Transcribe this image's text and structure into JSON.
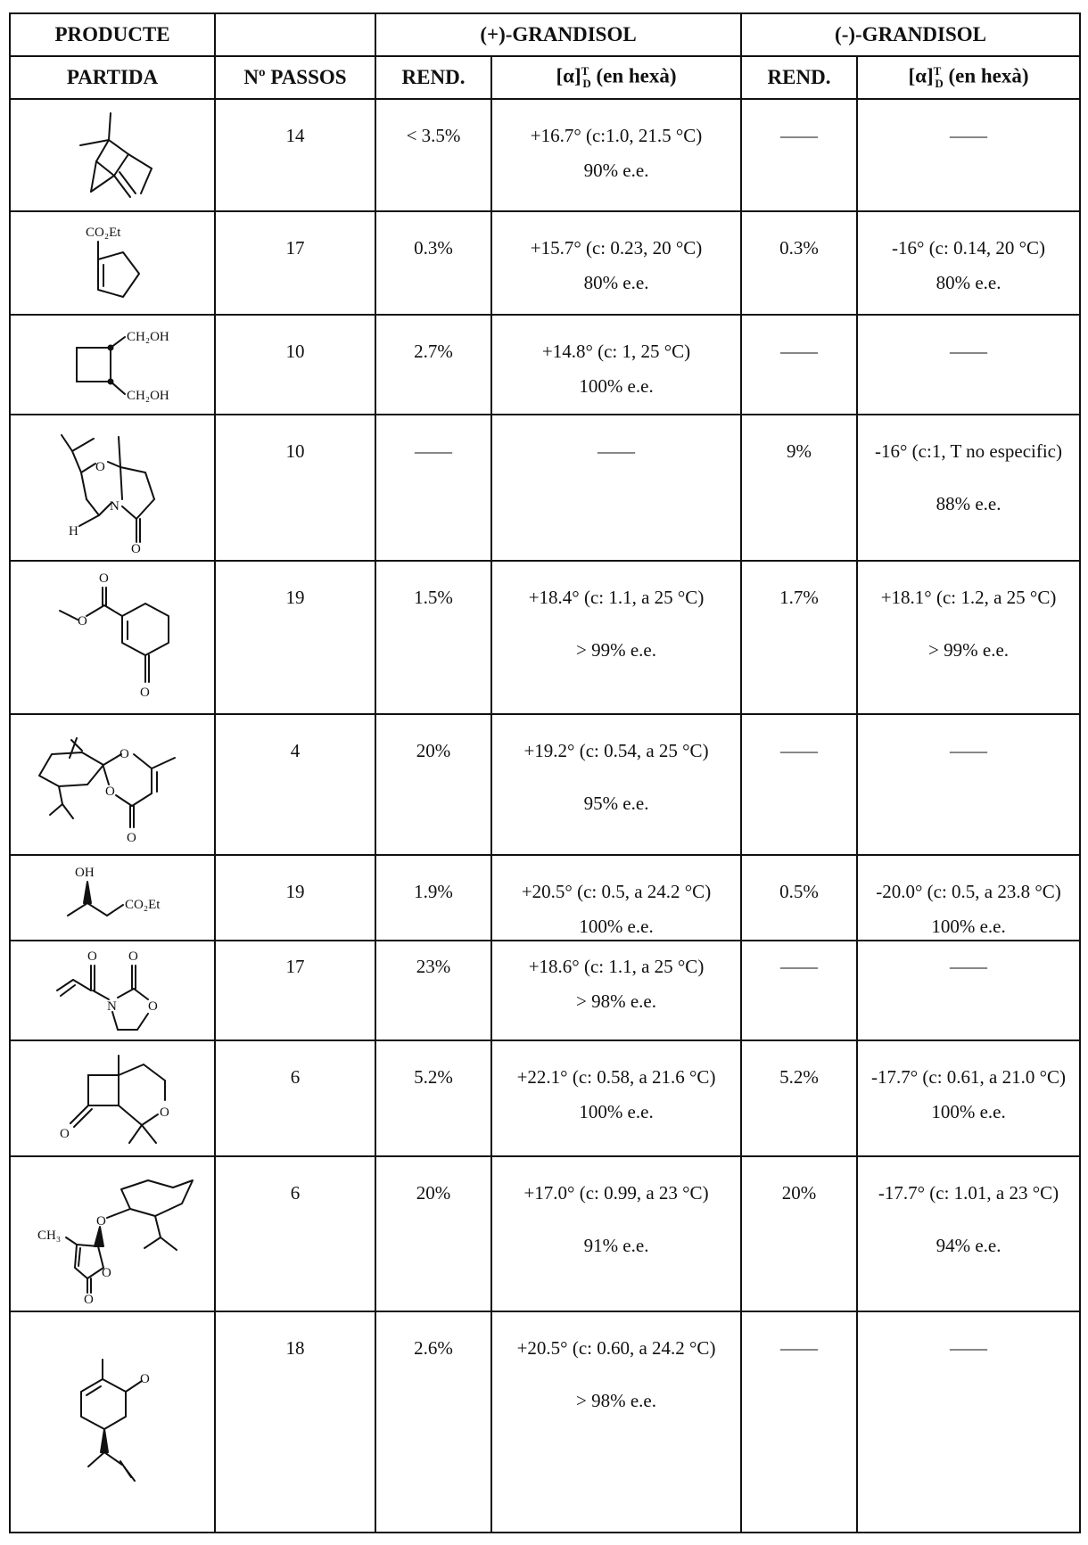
{
  "headers": {
    "producte": "PRODUCTE",
    "partida": "PARTIDA",
    "plus_grandisol": "(+)-GRANDISOL",
    "minus_grandisol": "(-)-GRANDISOL",
    "num_passos": "Nº PASSOS",
    "rend": "REND.",
    "alpha": "[α]",
    "alpha_sup": "T",
    "alpha_sub": "D",
    "alpha_suffix": "(en hexà)"
  },
  "dash": "——",
  "rows": [
    {
      "steps": "14",
      "plus_rend": "< 3.5%",
      "plus_rot": "+16.7° (c:1.0, 21.5 °C)",
      "plus_ee": "90% e.e.",
      "minus_rend": "——",
      "minus_rot": "——",
      "minus_ee": ""
    },
    {
      "steps": "17",
      "plus_rend": "0.3%",
      "plus_rot": "+15.7° (c: 0.23, 20 °C)",
      "plus_ee": "80% e.e.",
      "minus_rend": "0.3%",
      "minus_rot": "-16° (c: 0.14, 20 °C)",
      "minus_ee": "80% e.e."
    },
    {
      "steps": "10",
      "plus_rend": "2.7%",
      "plus_rot": "+14.8° (c: 1, 25 °C)",
      "plus_ee": "100% e.e.",
      "minus_rend": "——",
      "minus_rot": "——",
      "minus_ee": ""
    },
    {
      "steps": "10",
      "plus_rend": "——",
      "plus_rot": "——",
      "plus_ee": "",
      "minus_rend": "9%",
      "minus_rot": "-16° (c:1, T no especific)",
      "minus_ee": "88% e.e."
    },
    {
      "steps": "19",
      "plus_rend": "1.5%",
      "plus_rot": "+18.4° (c: 1.1, a 25 °C)",
      "plus_ee": "> 99% e.e.",
      "minus_rend": "1.7%",
      "minus_rot": "+18.1° (c: 1.2, a 25 °C)",
      "minus_ee": "> 99% e.e."
    },
    {
      "steps": "4",
      "plus_rend": "20%",
      "plus_rot": "+19.2° (c: 0.54, a 25 °C)",
      "plus_ee": "95% e.e.",
      "minus_rend": "——",
      "minus_rot": "——",
      "minus_ee": ""
    },
    {
      "steps": "19",
      "plus_rend": "1.9%",
      "plus_rot": "+20.5° (c: 0.5, a 24.2 °C)",
      "plus_ee": "100% e.e.",
      "minus_rend": "0.5%",
      "minus_rot": "-20.0° (c: 0.5, a 23.8 °C)",
      "minus_ee": "100% e.e."
    },
    {
      "steps": "17",
      "plus_rend": "23%",
      "plus_rot": "+18.6° (c: 1.1, a 25 °C)",
      "plus_ee": "> 98% e.e.",
      "minus_rend": "——",
      "minus_rot": "——",
      "minus_ee": ""
    },
    {
      "steps": "6",
      "plus_rend": "5.2%",
      "plus_rot": "+22.1° (c: 0.58, a 21.6 °C)",
      "plus_ee": "100% e.e.",
      "minus_rend": "5.2%",
      "minus_rot": "-17.7° (c: 0.61, a 21.0 °C)",
      "minus_ee": "100% e.e."
    },
    {
      "steps": "6",
      "plus_rend": "20%",
      "plus_rot": "+17.0° (c: 0.99, a 23 °C)",
      "plus_ee": "91% e.e.",
      "minus_rend": "20%",
      "minus_rot": "-17.7° (c: 1.01, a 23 °C)",
      "minus_ee": "94% e.e."
    },
    {
      "steps": "18",
      "plus_rend": "2.6%",
      "plus_rot": "+20.5° (c: 0.60, a 24.2 °C)",
      "plus_ee": "> 98% e.e.",
      "minus_rend": "——",
      "minus_rot": "——",
      "minus_ee": ""
    }
  ],
  "labels": {
    "co2et": "CO₂Et",
    "ch2oh": "CH₂OH",
    "o": "O",
    "n": "N",
    "h": "H",
    "oh": "OH",
    "co2et_b": "CO₂Et",
    "ch3": "CH₃"
  }
}
